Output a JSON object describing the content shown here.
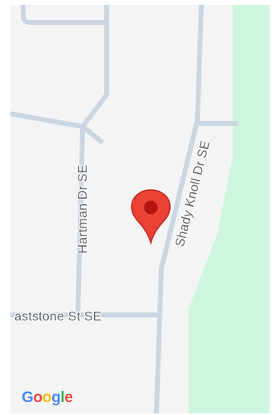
{
  "map": {
    "streets": {
      "hartman": "Hartman Dr SE",
      "shady_knoll": "Shady Knoll Dr SE",
      "eaststone": "aststone St SE"
    },
    "attribution": {
      "letters": [
        {
          "char": "G",
          "color": "#4285F4"
        },
        {
          "char": "o",
          "color": "#EA4335"
        },
        {
          "char": "o",
          "color": "#FBBC05"
        },
        {
          "char": "g",
          "color": "#4285F4"
        },
        {
          "char": "l",
          "color": "#34A853"
        },
        {
          "char": "e",
          "color": "#EA4335"
        }
      ]
    },
    "marker": {
      "icon": "map-pin-icon",
      "color": "#EA4335",
      "dot_color": "#B31412"
    },
    "colors": {
      "land": "#F4F4F5",
      "park": "#CEF5DE",
      "road": "#CBD6E2"
    }
  }
}
